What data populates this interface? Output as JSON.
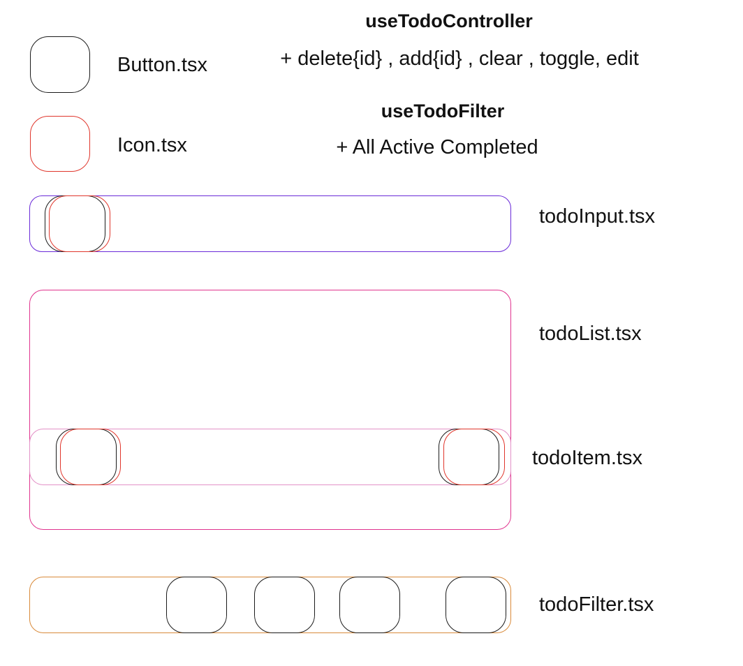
{
  "hooks": {
    "controller": {
      "title": "useTodoController",
      "methods": "+ delete{id} , add{id} , clear , toggle, edit"
    },
    "filter": {
      "title": "useTodoFilter",
      "options": "+ All Active Completed"
    }
  },
  "legend": {
    "button": "Button.tsx",
    "icon": "Icon.tsx"
  },
  "components": {
    "todo_input": "todoInput.tsx",
    "todo_list": "todoList.tsx",
    "todo_item": "todoItem.tsx",
    "todo_filter": "todoFilter.tsx"
  },
  "colors": {
    "button": "#1a1a1a",
    "icon": "#e0362c",
    "todo_input": "#6a2ad8",
    "todo_list": "#e0338e",
    "todo_item": "#e391c7",
    "todo_filter": "#d98a3a"
  }
}
